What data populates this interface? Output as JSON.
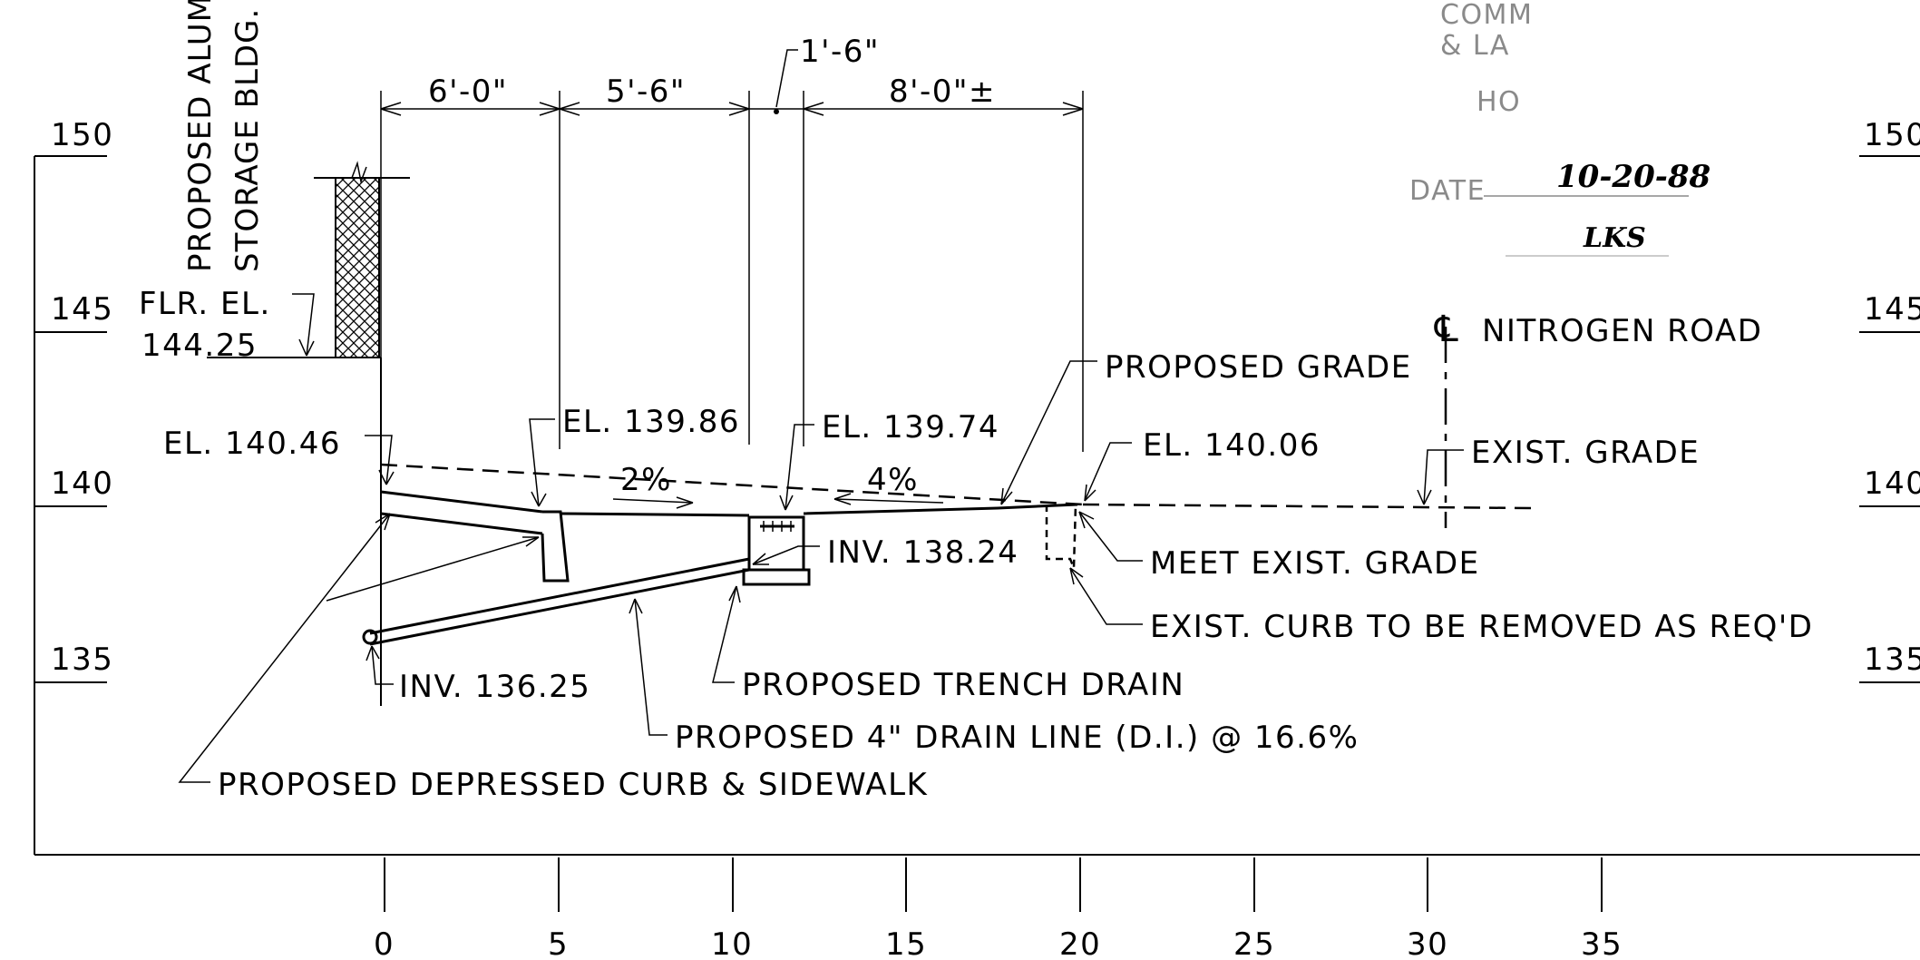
{
  "elevations": {
    "left": [
      "150",
      "145",
      "140",
      "135"
    ],
    "right": [
      "150",
      "145",
      "140",
      "135"
    ]
  },
  "stations": [
    "0",
    "5",
    "10",
    "15",
    "20",
    "25",
    "30",
    "35"
  ],
  "dims": {
    "d1": "6'-0\"",
    "d2": "5'-6\"",
    "d3": "1'-6\"",
    "d4": "8'-0\"±"
  },
  "building": {
    "line1": "PROPOSED ALUM",
    "line2": "STORAGE BLDG."
  },
  "labels": {
    "flr_el": "FLR. EL.",
    "flr_val": "144.25",
    "el_14046": "EL. 140.46",
    "el_13986": "EL. 139.86",
    "el_13974": "EL. 139.74",
    "el_14006": "EL. 140.06",
    "slope_left": "2%",
    "slope_right": "4%",
    "proposed_grade": "PROPOSED GRADE",
    "exist_grade": "EXIST. GRADE",
    "centerline": "NITROGEN ROAD",
    "inv_13824": "INV. 138.24",
    "meet_grade": "MEET EXIST. GRADE",
    "curb_removed": "EXIST. CURB TO BE REMOVED AS REQ'D",
    "inv_13625": "INV. 136.25",
    "trench_drain": "PROPOSED TRENCH DRAIN",
    "drain_line": "PROPOSED 4\" DRAIN LINE (D.I.) @ 16.6%",
    "curb_sidewalk": "PROPOSED DEPRESSED CURB & SIDEWALK"
  },
  "stamp": {
    "line1": "COMM",
    "line2": "& LA",
    "line3": "HO",
    "date_label": "DATE",
    "date_value": "10-20-88",
    "initials": "LKS"
  }
}
